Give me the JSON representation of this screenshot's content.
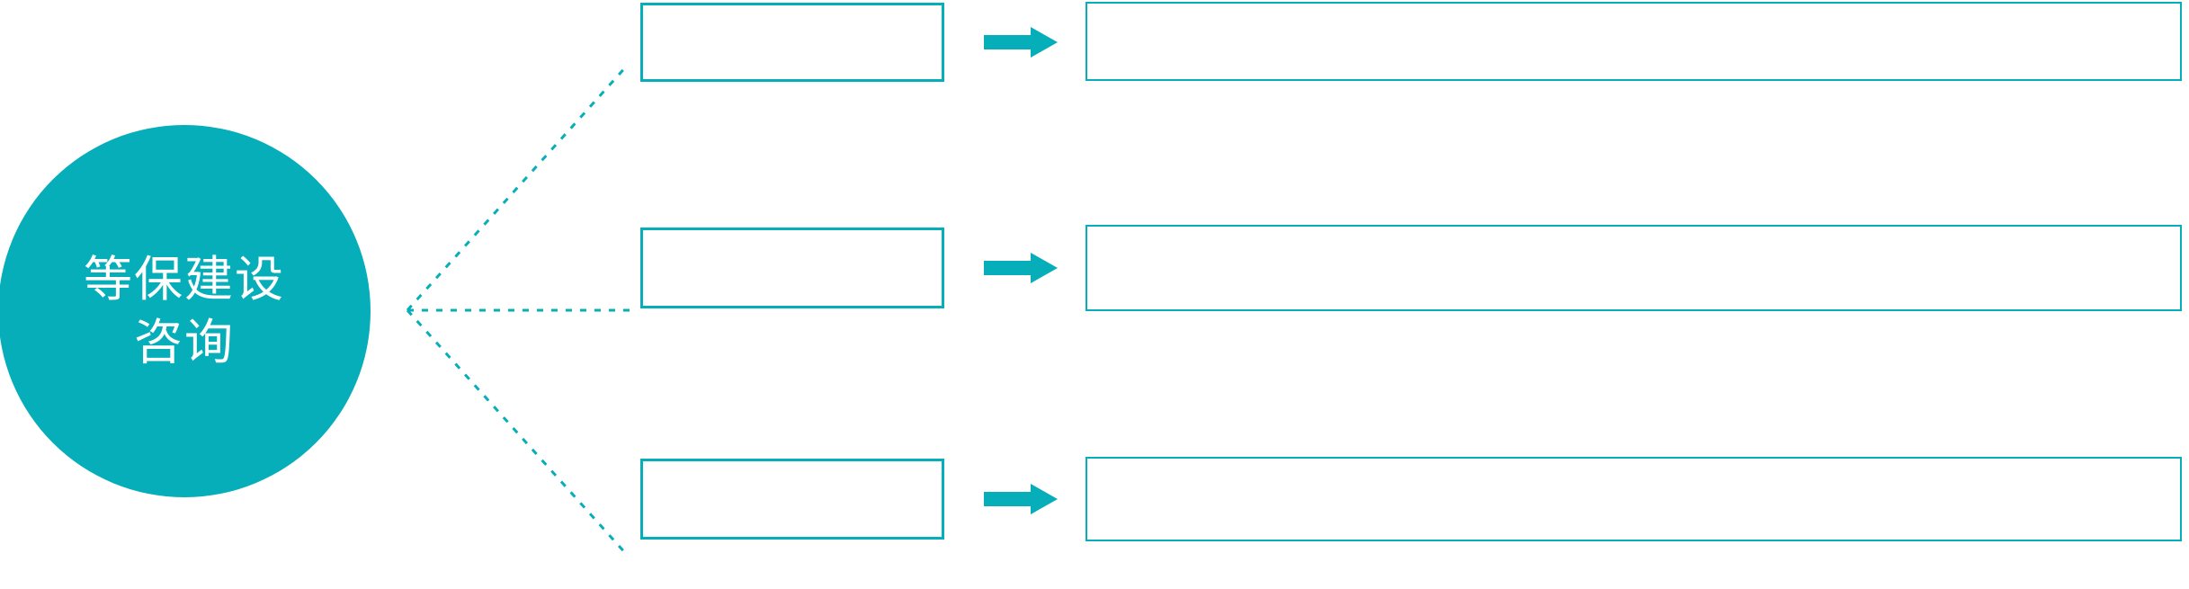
{
  "colors": {
    "accent": "#06AEBA",
    "background": "#FFFFFF",
    "hub_text": "#FFFFFF",
    "box_border": "#06AEBA",
    "connector": "#06AEBA"
  },
  "hub": {
    "name": "等保建设咨询",
    "lines": [
      "等保建设",
      "咨询"
    ]
  },
  "connector": {
    "style": "dotted",
    "origin_label": "等保建设咨询",
    "branch_count": 3
  },
  "arrow": {
    "glyph": "right-arrow",
    "count": 3
  },
  "rows": [
    {
      "id": "row-1",
      "stage_label": "",
      "detail_label": "",
      "arrow_label": ""
    },
    {
      "id": "row-2",
      "stage_label": "",
      "detail_label": "",
      "arrow_label": ""
    },
    {
      "id": "row-3",
      "stage_label": "",
      "detail_label": "",
      "arrow_label": ""
    }
  ]
}
